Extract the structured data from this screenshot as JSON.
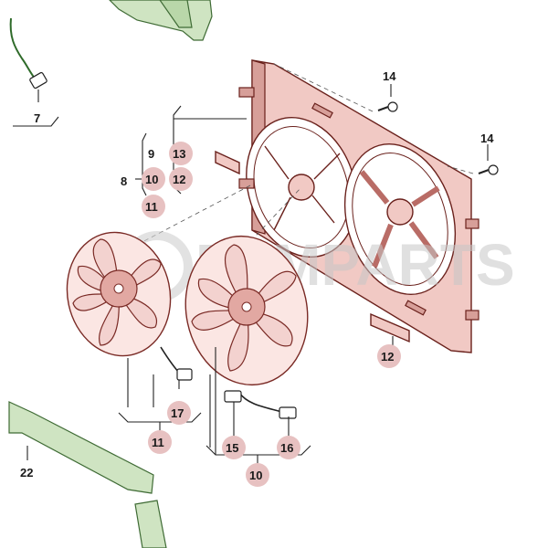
{
  "watermark": {
    "text": "PAMPARTS"
  },
  "callouts": {
    "c7": "7",
    "c14a": "14",
    "c14b": "14",
    "c9": "9",
    "c13": "13",
    "c10a": "10",
    "c12a": "12",
    "c8": "8",
    "c11a": "11",
    "c12b": "12",
    "c17": "17",
    "c11b": "11",
    "c15": "15",
    "c16": "16",
    "c10b": "10",
    "c22": "22"
  },
  "colors": {
    "part_fill": "#f1c9c4",
    "part_stroke": "#6a211c",
    "bracket_green": "#cfe4c2",
    "highlight_bubble": "#e7c1c1"
  }
}
